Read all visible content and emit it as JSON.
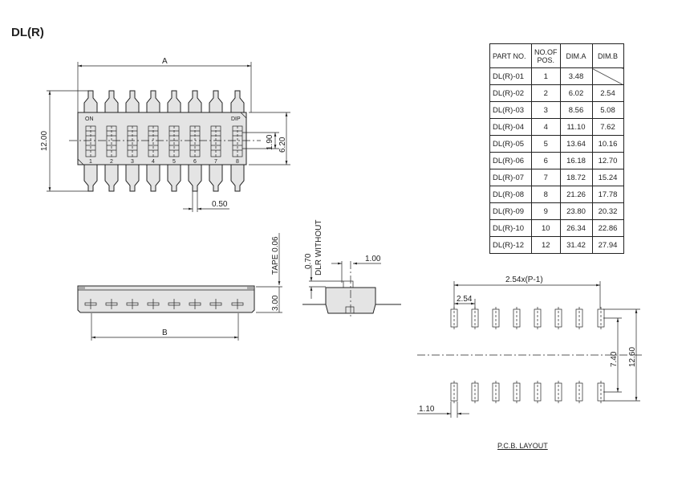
{
  "title": "DL(R)",
  "top_view": {
    "dim_a": "A",
    "dim_height": "12.00",
    "dim_body": "6.20",
    "dim_pitch": "1.90",
    "dim_lead": "0.50",
    "on_label": "ON",
    "dip_label": "DIP",
    "positions": [
      "1",
      "2",
      "3",
      "4",
      "5",
      "6",
      "7",
      "8"
    ]
  },
  "side_view": {
    "dim_b": "B",
    "dim_height": "3.00",
    "tape": "TAPE  0.06"
  },
  "end_view": {
    "dlr_without": "DLR  WITHOUT",
    "dim_070": "0.70",
    "dim_100": "1.00"
  },
  "pcb": {
    "pitch_total": "2.54x(P-1)",
    "pitch": "2.54",
    "row_inner": "7.40",
    "row_outer": "12.60",
    "pad_width": "1.10",
    "label": "P.C.B.  LAYOUT"
  },
  "table": {
    "headers": [
      "PART  NO.",
      "NO.OF POS.",
      "DIM.A",
      "DIM.B"
    ],
    "rows": [
      [
        "DL(R)-01",
        "1",
        "3.48",
        ""
      ],
      [
        "DL(R)-02",
        "2",
        "6.02",
        "2.54"
      ],
      [
        "DL(R)-03",
        "3",
        "8.56",
        "5.08"
      ],
      [
        "DL(R)-04",
        "4",
        "11.10",
        "7.62"
      ],
      [
        "DL(R)-05",
        "5",
        "13.64",
        "10.16"
      ],
      [
        "DL(R)-06",
        "6",
        "16.18",
        "12.70"
      ],
      [
        "DL(R)-07",
        "7",
        "18.72",
        "15.24"
      ],
      [
        "DL(R)-08",
        "8",
        "21.26",
        "17.78"
      ],
      [
        "DL(R)-09",
        "9",
        "23.80",
        "20.32"
      ],
      [
        "DL(R)-10",
        "10",
        "26.34",
        "22.86"
      ],
      [
        "DL(R)-12",
        "12",
        "31.42",
        "27.94"
      ]
    ]
  }
}
